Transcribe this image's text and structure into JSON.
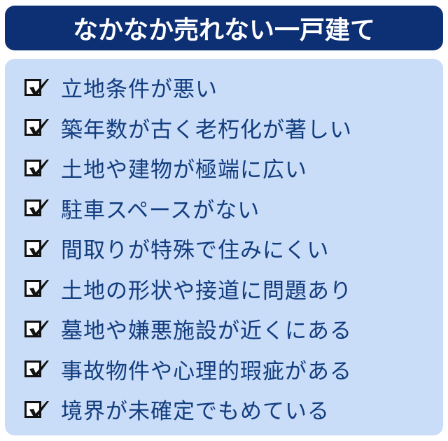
{
  "header": {
    "title": "なかなか売れない一戸建て"
  },
  "colors": {
    "header_bg": "#0d2f73",
    "panel_bg": "#c9dcf8",
    "item_text": "#123d7e"
  },
  "checklist": {
    "icon": "checkbox-checked-icon",
    "items": [
      {
        "label": "立地条件が悪い"
      },
      {
        "label": "築年数が古く老朽化が著しい"
      },
      {
        "label": "土地や建物が極端に広い"
      },
      {
        "label": "駐車スペースがない"
      },
      {
        "label": "間取りが特殊で住みにくい"
      },
      {
        "label": "土地の形状や接道に問題あり"
      },
      {
        "label": "墓地や嫌悪施設が近くにある"
      },
      {
        "label": "事故物件や心理的瑕疵がある"
      },
      {
        "label": "境界が未確定でもめている"
      }
    ]
  }
}
